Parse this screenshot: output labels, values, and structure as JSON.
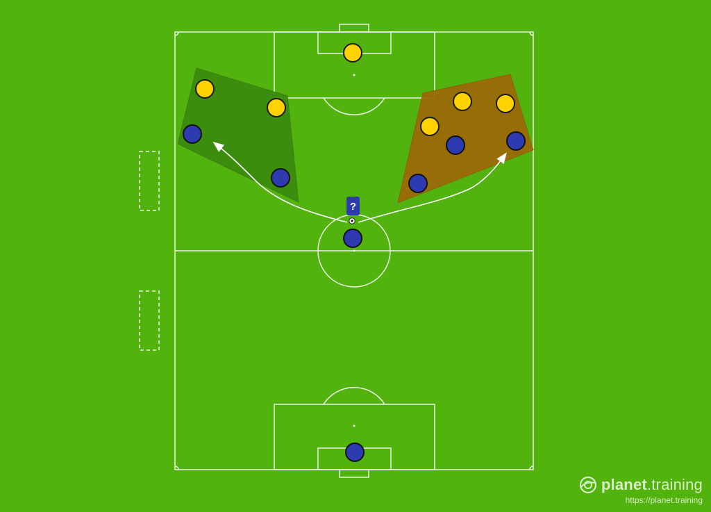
{
  "diagram": {
    "pitch_color": "#52b20e",
    "line_color": "#e9f3e1",
    "team_a_color": "#ffd200",
    "team_b_color": "#2e3bb0",
    "zone_left_color": "#3b8a0e",
    "zone_right_color": "#9a6a06",
    "question_badge": {
      "text": "?",
      "color": "#2e3bb0"
    },
    "ball_icon": "soccer-ball-icon"
  },
  "watermark": {
    "brand_main": "planet",
    "brand_dot_suffix": ".training",
    "url": "https://planet.training",
    "logo_icon": "planet-logo-icon"
  }
}
